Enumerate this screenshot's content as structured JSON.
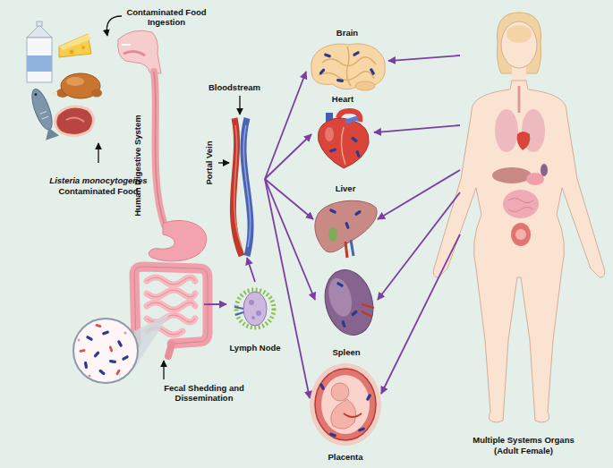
{
  "diagram": {
    "nodes": [
      {
        "text": [
          "Listeria monocytogenes",
          "Contaminated Food"
        ]
      },
      {
        "text": [
          "Human Digestive System"
        ]
      },
      {
        "text": [
          "Lymph Node"
        ]
      },
      {
        "text": [
          "Portal Vein"
        ]
      },
      {
        "text": [
          "Brain"
        ]
      },
      {
        "text": [
          "Heart"
        ]
      },
      {
        "text": [
          "Liver"
        ]
      },
      {
        "text": [
          "Spleen"
        ]
      },
      {
        "text": [
          "Placenta"
        ]
      },
      {
        "text": [
          "Multiple Systems Organs (Adult Female)"
        ]
      }
    ],
    "edges": [
      {
        "from": 1,
        "to": 2,
        "arrow": "to"
      },
      {
        "from": 2,
        "to": 3,
        "arrow": "to"
      },
      {
        "from": 3,
        "to": 4,
        "arrow": "to"
      },
      {
        "from": 3,
        "to": 5,
        "arrow": "to"
      },
      {
        "from": 3,
        "to": 6,
        "arrow": "to"
      },
      {
        "from": 3,
        "to": 7,
        "arrow": "to"
      },
      {
        "from": 3,
        "to": 8,
        "arrow": "to"
      },
      {
        "from": 9,
        "to": 4,
        "arrow": "to"
      },
      {
        "from": 9,
        "to": 5,
        "arrow": "to"
      },
      {
        "from": 9,
        "to": 6,
        "arrow": "to"
      },
      {
        "from": 9,
        "to": 7,
        "arrow": "to"
      },
      {
        "from": 9,
        "to": 8,
        "arrow": "to"
      }
    ],
    "labels": [
      "Contaminated Food Ingestion",
      "Bloodstream",
      "Fecal Shedding and Dissemination"
    ]
  }
}
